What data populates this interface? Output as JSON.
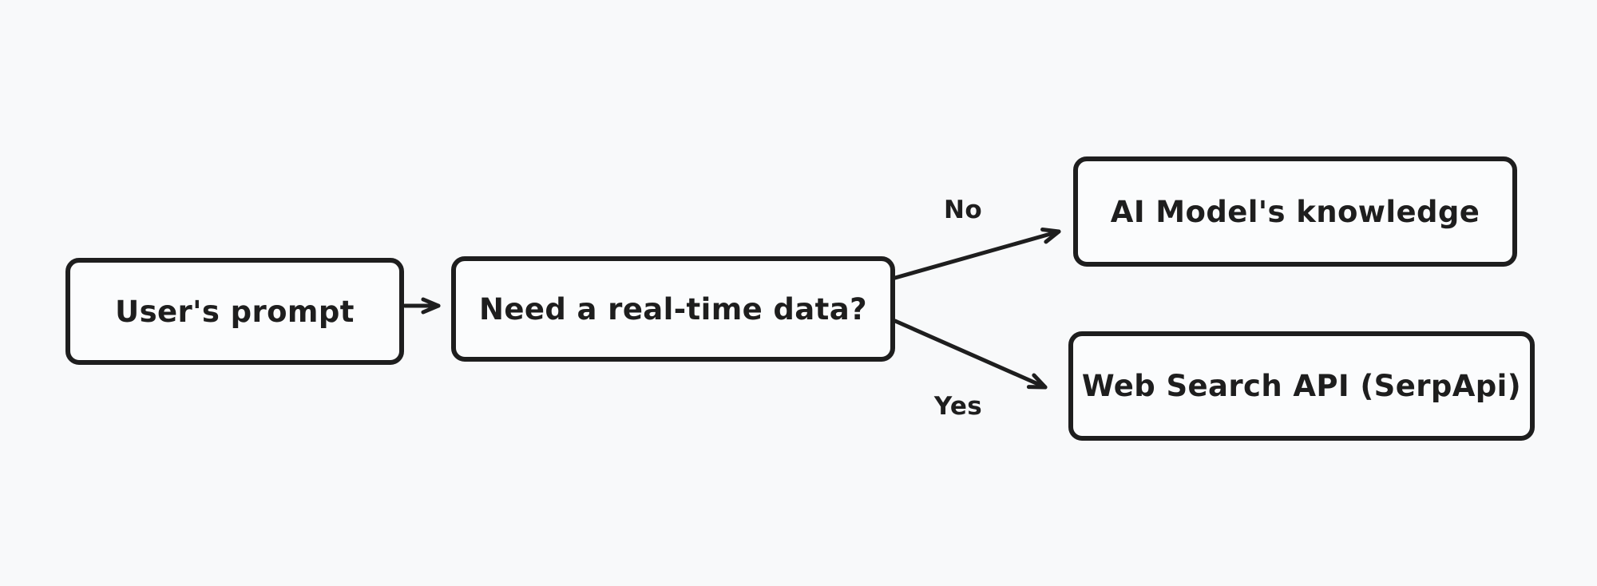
{
  "canvas": {
    "background_color": "#f8f9fa",
    "ink_color": "#1e1e1e",
    "style": "hand-drawn flowchart"
  },
  "diagram": {
    "nodes": [
      {
        "id": "users-prompt",
        "label": "User's prompt"
      },
      {
        "id": "need-realtime",
        "label": "Need a real-time data?"
      },
      {
        "id": "ai-knowledge",
        "label": "AI Model's knowledge"
      },
      {
        "id": "web-search",
        "label": "Web Search API (SerpApi)"
      }
    ],
    "edges": [
      {
        "from": "users-prompt",
        "to": "need-realtime",
        "label": ""
      },
      {
        "from": "need-realtime",
        "to": "ai-knowledge",
        "label": "No"
      },
      {
        "from": "need-realtime",
        "to": "web-search",
        "label": "Yes"
      }
    ]
  }
}
